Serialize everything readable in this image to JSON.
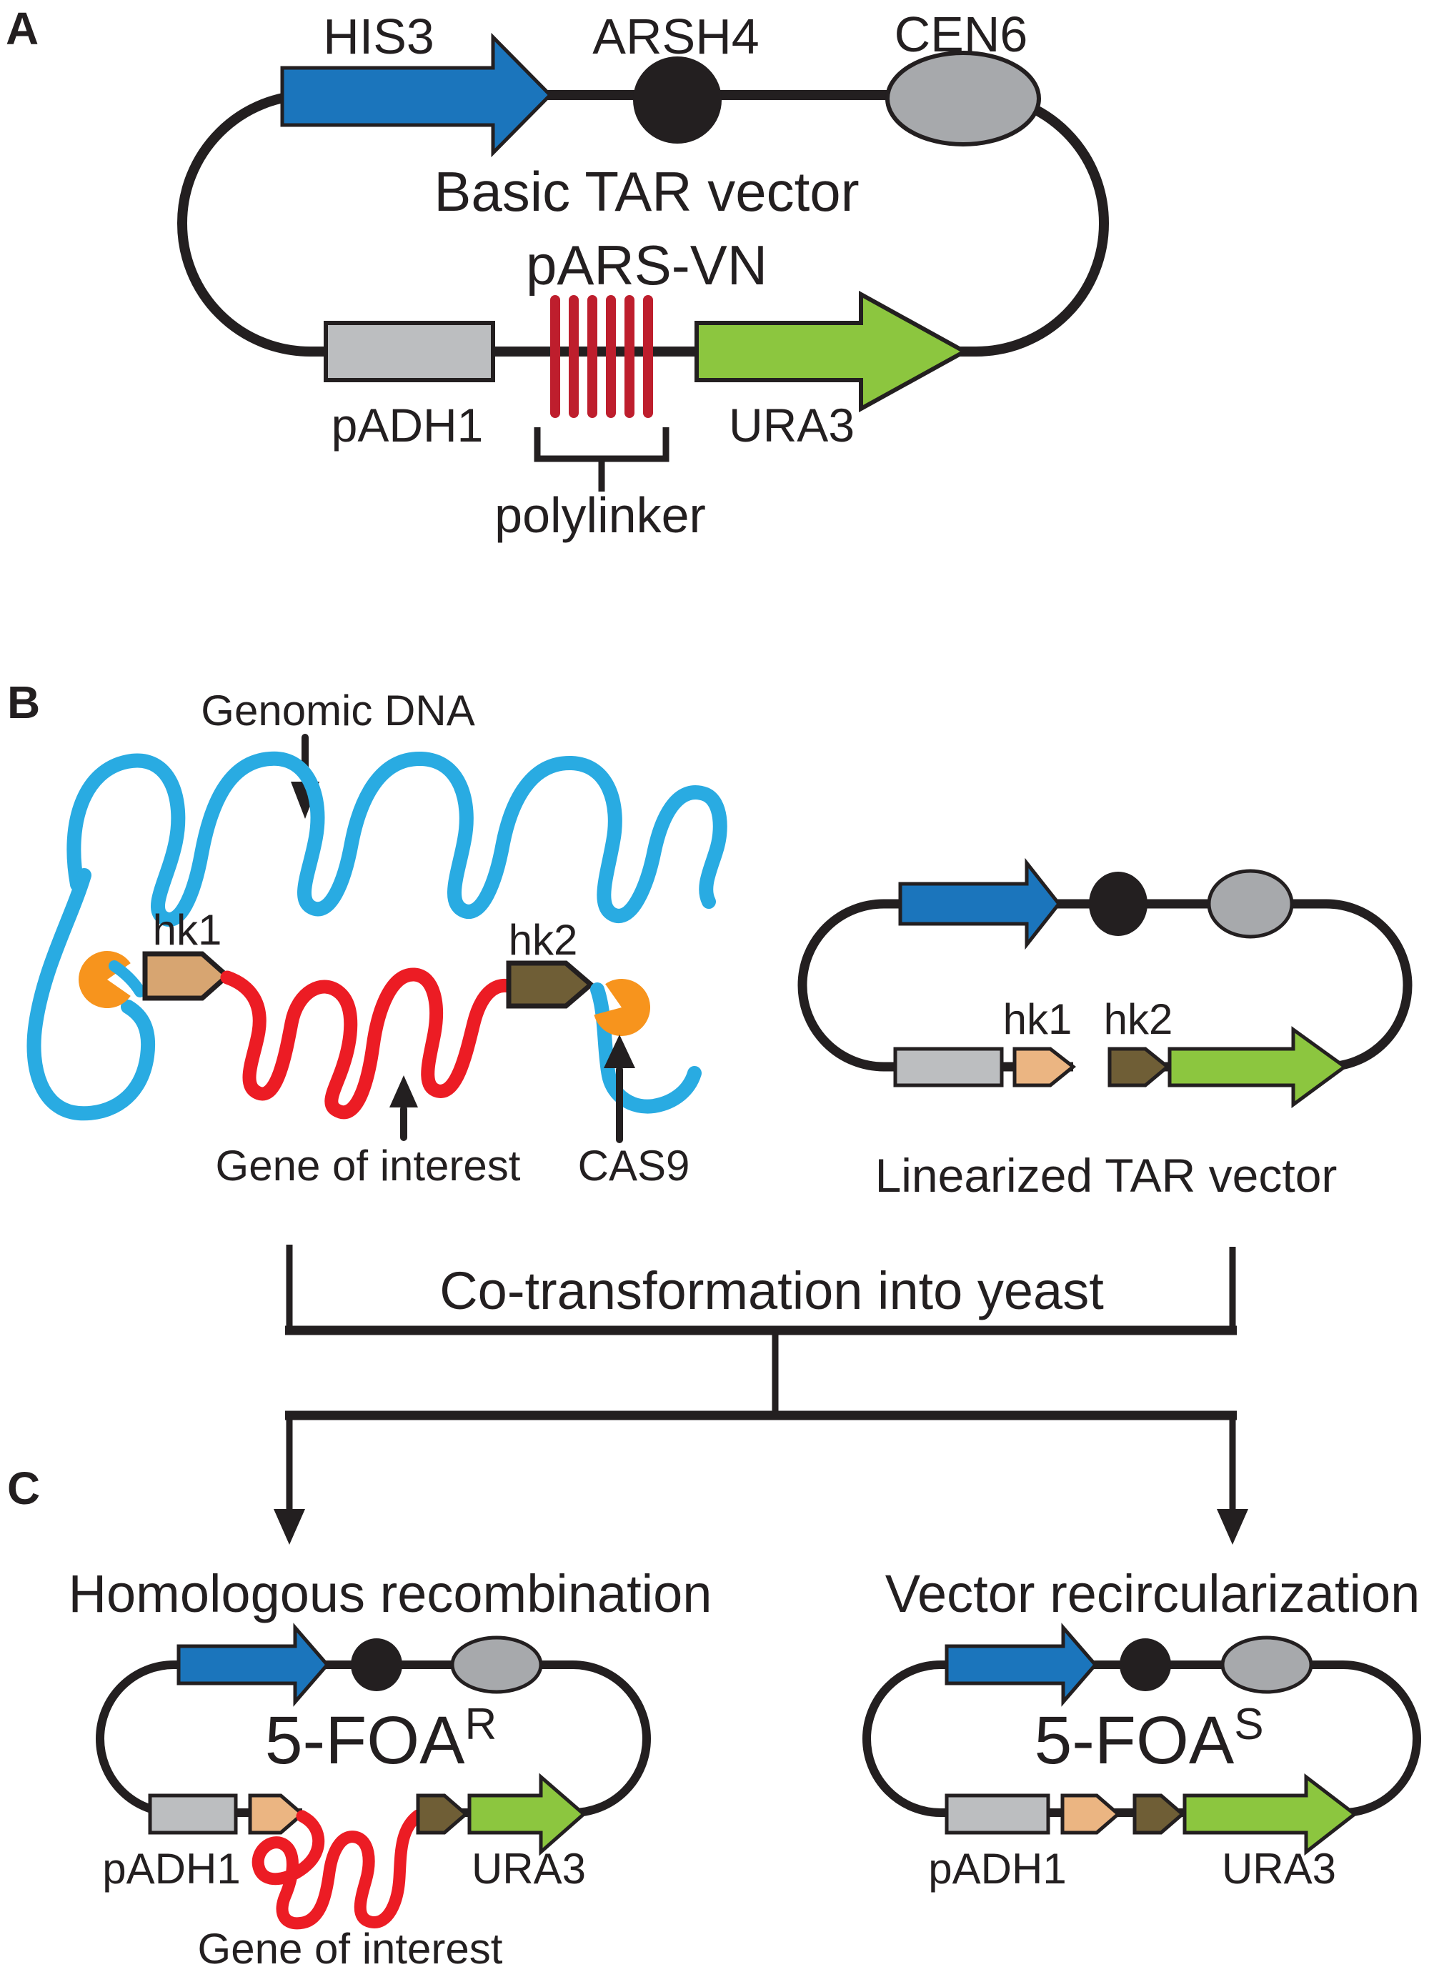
{
  "figure": {
    "type": "scientific-vector-diagram",
    "description_visible": false
  },
  "colors": {
    "black": "#231F20",
    "blue_gene": "#1B75BC",
    "green_gene": "#8CC63F",
    "light_gray": "#BCBEC0",
    "medium_gray": "#A7A9AC",
    "tan_dark": "#D7A571",
    "tan_light": "#EBB582",
    "brown_dark": "#6F5E36",
    "orange": "#F7941D",
    "red_bright": "#EC1C24",
    "red_dark": "#BE1E2D",
    "dna_blue": "#29ABE2"
  },
  "panel_a": {
    "label": "A",
    "title_line1": "Basic TAR vector",
    "title_line2": "pARS-VN",
    "genes": {
      "his3": "HIS3",
      "arsh4": "ARSH4",
      "cen6": "CEN6",
      "padh1": "pADH1",
      "ura3": "URA3"
    },
    "polylinker_label": "polylinker",
    "polylinker_bar_count": 6
  },
  "panel_b": {
    "label": "B",
    "genomic_dna_label": "Genomic DNA",
    "hk1_label": "hk1",
    "hk2_label": "hk2",
    "gene_of_interest_label": "Gene of interest",
    "cas9_label": "CAS9",
    "linearized_vector": {
      "hk1_label": "hk1",
      "hk2_label": "hk2",
      "caption": "Linearized TAR vector"
    }
  },
  "flow": {
    "co_transformation_label": "Co-transformation into yeast"
  },
  "panel_c": {
    "label": "C",
    "left": {
      "title": "Homologous recombination",
      "marker_base": "5-FOA",
      "marker_sup": "R",
      "padh1": "pADH1",
      "ura3": "URA3",
      "gene_of_interest": "Gene of interest"
    },
    "right": {
      "title": "Vector recircularization",
      "marker_base": "5-FOA",
      "marker_sup": "S",
      "padh1": "pADH1",
      "ura3": "URA3"
    }
  }
}
